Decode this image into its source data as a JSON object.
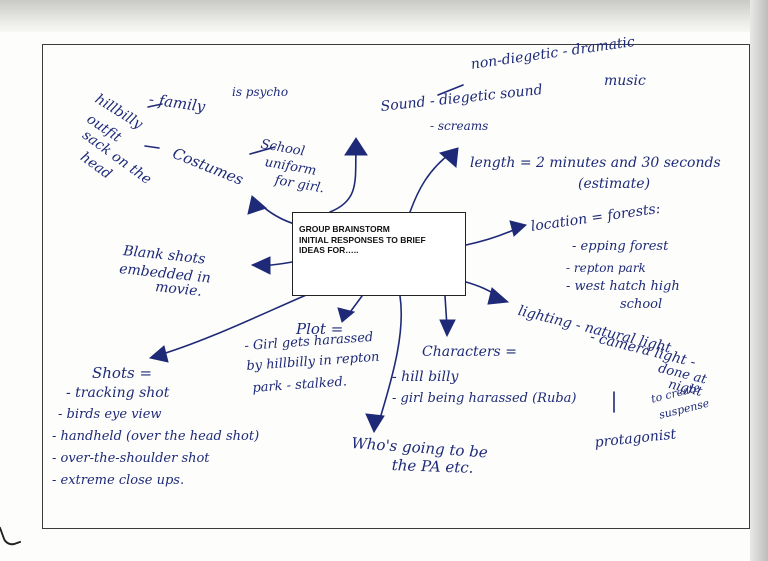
{
  "center_box": {
    "line1": "GROUP BRAINSTORM",
    "line2": "INITIAL RESPONSES TO BRIEF",
    "line3": "IDEAS FOR….."
  },
  "notes": {
    "non_diegetic": "non-diegetic - dramatic",
    "music": "music",
    "sound": "Sound - diegetic sound",
    "screams": "- screams",
    "length": "length = 2 minutes and 30 seconds",
    "estimate": "(estimate)",
    "family": "- family",
    "is_psycho": "is psycho",
    "hillbilly_1": "hillbilly",
    "hillbilly_2": "outfit",
    "hillbilly_3": "sack on the",
    "hillbilly_4": "head",
    "costumes": "Costumes",
    "school_1": "School",
    "school_2": "uniform",
    "school_3": "for girl.",
    "blank_1": "Blank shots",
    "blank_2": "embedded in",
    "blank_3": "movie.",
    "location": "location = forests:",
    "epping": "- epping forest",
    "repton": "- repton park",
    "west_hatch": "- west hatch high",
    "school_word": "school",
    "lighting_1": "lighting - natural light",
    "lighting_2": "- camera light -",
    "lighting_3": "done at",
    "lighting_4": "night",
    "lighting_5": "to create",
    "lighting_6": "suspense",
    "plot_title": "Plot =",
    "plot_1": "- Girl gets harassed",
    "plot_2": "by hillbilly in repton",
    "plot_3": "park - stalked.",
    "characters": "Characters =",
    "hill_billy": "- hill billy",
    "girl_harassed": "- girl being harassed (Ruba)",
    "protagonist": "protagonist",
    "whos_1": "Who's going to be",
    "whos_2": "the PA etc.",
    "shots": "Shots =",
    "tracking": "- tracking shot",
    "birds_eye": "- birds eye view",
    "handheld": "- handheld (over the head shot)",
    "over_shoulder": "- over-the-shoulder shot",
    "close_ups": "- extreme close ups."
  },
  "colors": {
    "ink": "#1e2a78",
    "frame": "#3b3b3b",
    "paper": "#fdfdfb"
  }
}
